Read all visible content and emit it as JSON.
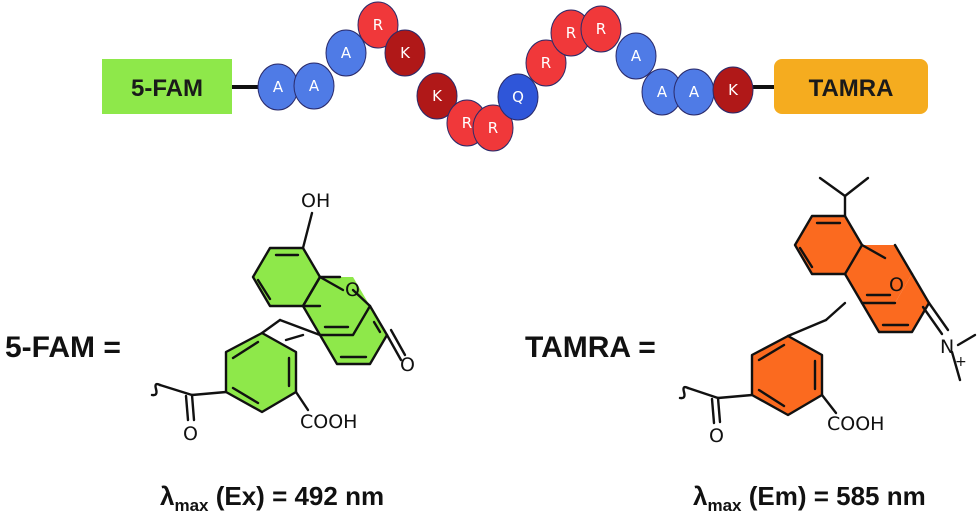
{
  "peptide": {
    "left_label": "5-FAM",
    "right_label": "TAMRA",
    "left_color": "#8ee84a",
    "right_color": "#f5ac1f",
    "residues": [
      "A",
      "A",
      "A",
      "R",
      "K",
      "K",
      "R",
      "R",
      "Q",
      "R",
      "R",
      "R",
      "A",
      "A",
      "A",
      "K"
    ],
    "residue_colors": {
      "A": "#4f7be6",
      "R": "#f0383a",
      "K": "#b01818",
      "Q": "#2f56d9"
    }
  },
  "structures": {
    "fam": {
      "label": "5-FAM =",
      "color": "#8ee84a",
      "oh": "OH",
      "o_ring": "O",
      "o_keto": "O",
      "cooh": "COOH",
      "o_carbonyl": "O"
    },
    "tamra": {
      "label": "TAMRA =",
      "color": "#fb6a1f",
      "o_ring": "O",
      "n_plus": "N",
      "plus": "+",
      "cooh": "COOH",
      "o_carbonyl": "O"
    }
  },
  "captions": {
    "ex": {
      "lambda": "λ",
      "sub": "max",
      "rest": " (Ex) = 492 nm"
    },
    "em": {
      "lambda": "λ",
      "sub": "max",
      "rest": " (Em) = 585 nm"
    }
  }
}
